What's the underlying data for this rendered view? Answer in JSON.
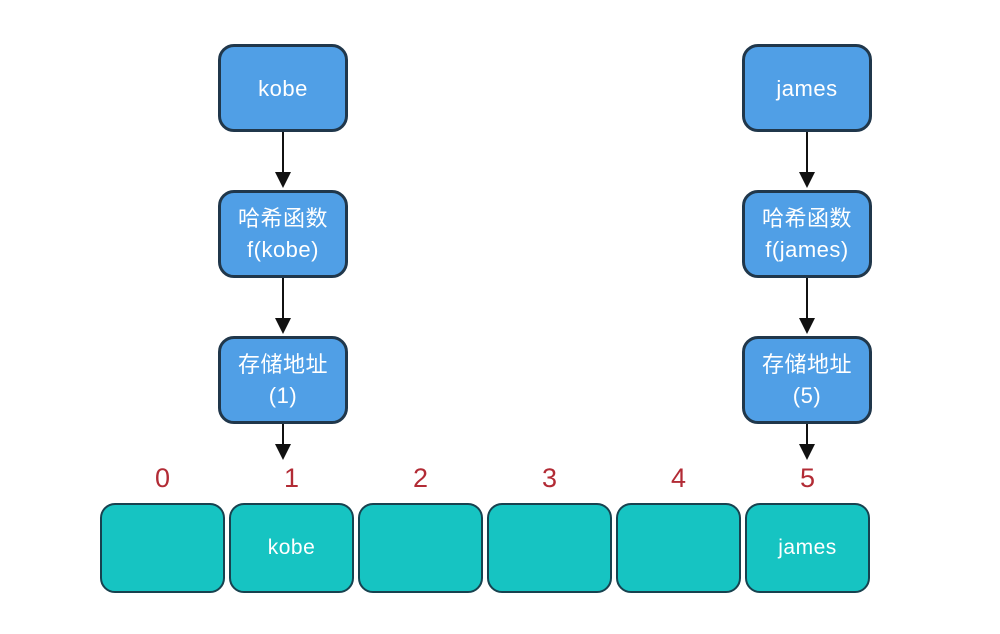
{
  "diagram": {
    "description": "hash-function-flow-diagram",
    "colors": {
      "background": "#ffffff",
      "node_fill": "#509FE6",
      "node_border": "#20374B",
      "node_text": "#ffffff",
      "cell_fill": "#16C4C2",
      "cell_border": "#17424F",
      "cell_text": "#ffffff",
      "index_text": "#B22B35",
      "arrow": "#111111"
    },
    "flows": [
      {
        "key": {
          "label": "kobe"
        },
        "hash": {
          "line1": "哈希函数",
          "line2": "f(kobe)"
        },
        "address": {
          "line1": "存储地址",
          "line2": "(1)"
        }
      },
      {
        "key": {
          "label": "james"
        },
        "hash": {
          "line1": "哈希函数",
          "line2": "f(james)"
        },
        "address": {
          "line1": "存储地址",
          "line2": "(5)"
        }
      }
    ],
    "array": {
      "indices": [
        "0",
        "1",
        "2",
        "3",
        "4",
        "5"
      ],
      "cells": [
        {
          "value": ""
        },
        {
          "value": "kobe"
        },
        {
          "value": ""
        },
        {
          "value": ""
        },
        {
          "value": ""
        },
        {
          "value": "james"
        }
      ]
    }
  }
}
